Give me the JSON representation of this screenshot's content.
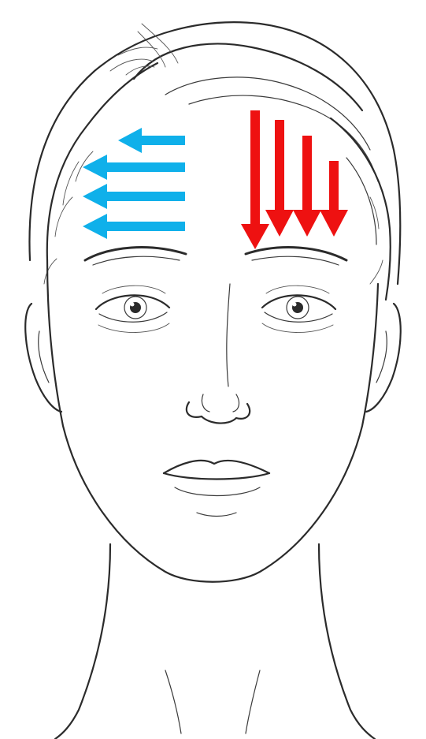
{
  "diagram": {
    "colors": {
      "background": "#ffffff",
      "line_art": "#2b2b2b",
      "horizontal_arrows": "#0fb0ea",
      "vertical_arrows": "#ee1111"
    },
    "arrow_groups": [
      {
        "name": "horizontal-arrows",
        "direction": "left",
        "color_key": "horizontal_arrows",
        "count": 4
      },
      {
        "name": "vertical-arrows",
        "direction": "down",
        "color_key": "vertical_arrows",
        "count": 4
      }
    ]
  }
}
